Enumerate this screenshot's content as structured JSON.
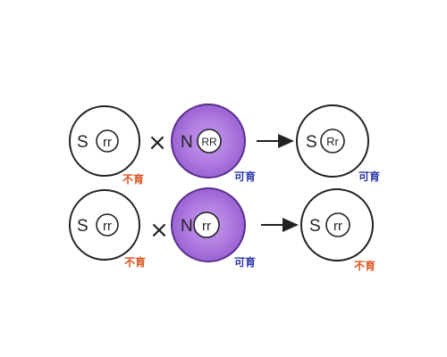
{
  "colors": {
    "sterile": "#d9541e",
    "fertile": "#2a36a6",
    "purple_fill": "#b07ce0",
    "purple_dark": "#7a45b8",
    "outline": "#222222"
  },
  "rows": [
    {
      "female": {
        "cytoplasm": "S",
        "genotype": "rr",
        "label": "不育"
      },
      "cross": "×",
      "male": {
        "cytoplasm": "N",
        "genotype": "RR",
        "label": "可育"
      },
      "offspring": {
        "cytoplasm": "S",
        "genotype": "Rr",
        "label": "可育"
      }
    },
    {
      "female": {
        "cytoplasm": "S",
        "genotype": "rr",
        "label": "不育"
      },
      "cross": "×",
      "male": {
        "cytoplasm": "N",
        "genotype": "rr",
        "label": "可育"
      },
      "offspring": {
        "cytoplasm": "S",
        "genotype": "rr",
        "label": "不育"
      }
    }
  ]
}
